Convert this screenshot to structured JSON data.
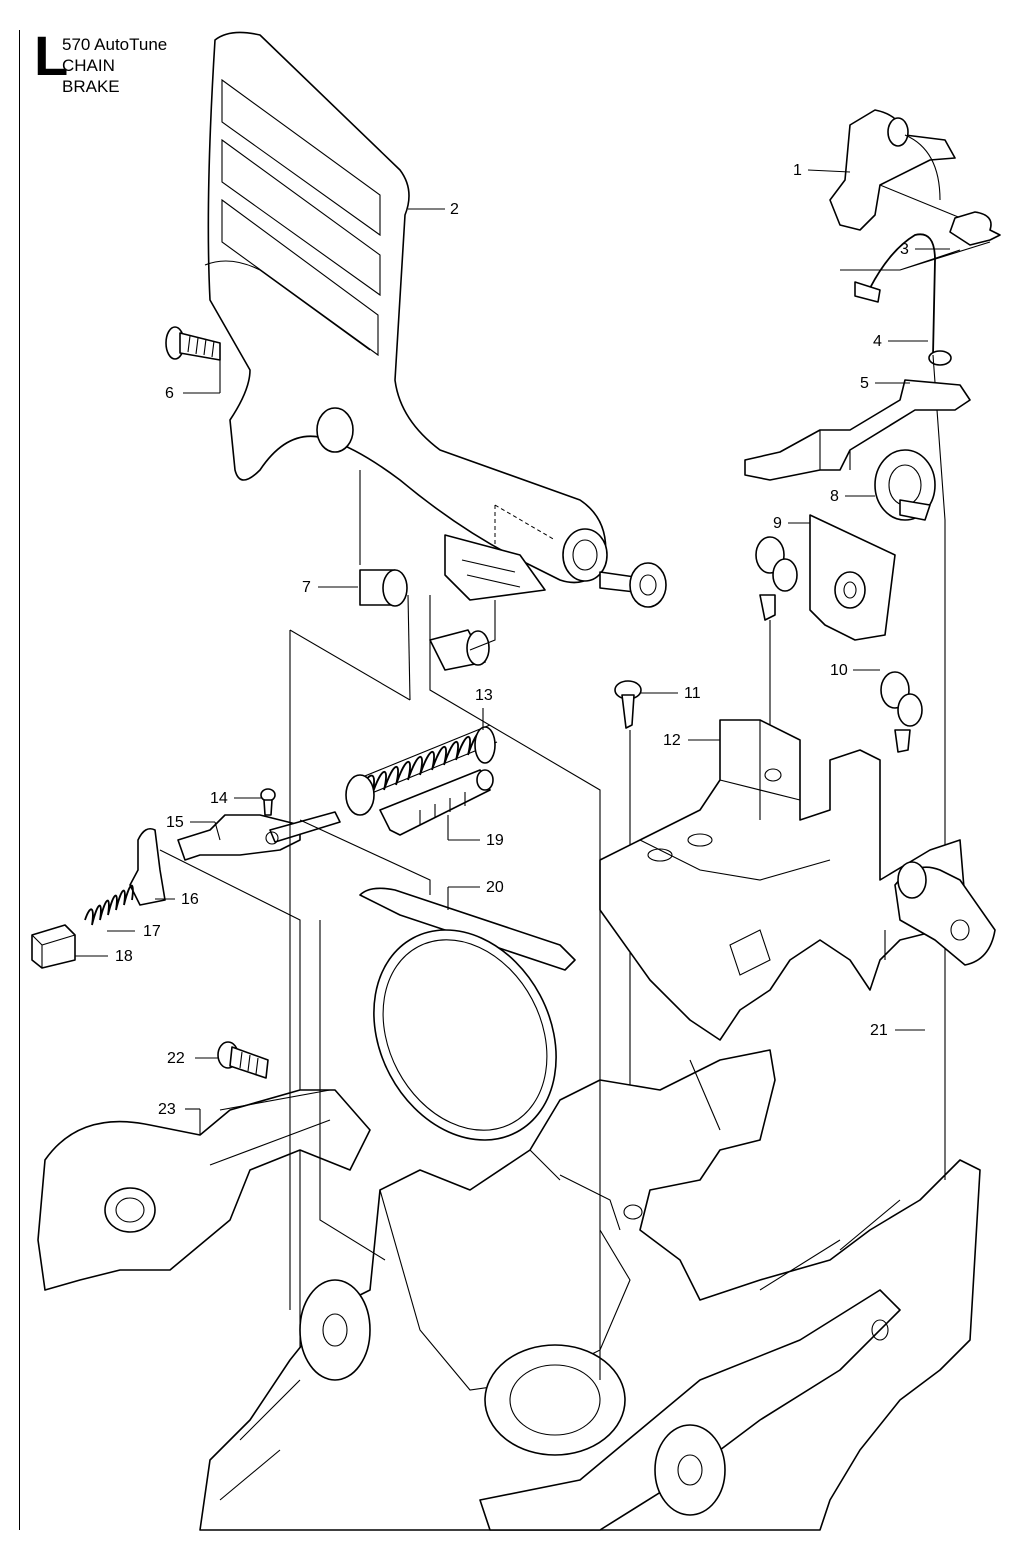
{
  "header": {
    "letter": "L",
    "model": "570 AutoTune",
    "line2": "CHAIN",
    "line3": "BRAKE"
  },
  "callouts": [
    "1",
    "2",
    "3",
    "4",
    "5",
    "6",
    "7",
    "8",
    "9",
    "10",
    "11",
    "12",
    "13",
    "14",
    "15",
    "16",
    "17",
    "18",
    "19",
    "20",
    "21",
    "22",
    "23"
  ]
}
